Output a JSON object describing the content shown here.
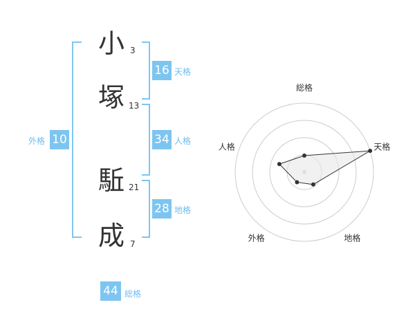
{
  "name": {
    "chars": [
      {
        "char": "小",
        "strokes": "3"
      },
      {
        "char": "塚",
        "strokes": "13"
      },
      {
        "char": "駈",
        "strokes": "21"
      },
      {
        "char": "成",
        "strokes": "7"
      }
    ]
  },
  "kaku": {
    "ten": {
      "value": "16",
      "label": "天格"
    },
    "jin": {
      "value": "34",
      "label": "人格"
    },
    "chi": {
      "value": "28",
      "label": "地格"
    },
    "gai": {
      "value": "10",
      "label": "外格"
    },
    "sou": {
      "value": "44",
      "label": "総格"
    }
  },
  "colors": {
    "accent": "#7dc5f0",
    "accent_text": "#6ebdf0",
    "polygon_fill": "#e8e8e8"
  },
  "chart_data": {
    "type": "radar",
    "axes": [
      "総格",
      "天格",
      "地格",
      "外格",
      "人格"
    ],
    "values": [
      1.2,
      5,
      1.1,
      0.9,
      1.9
    ],
    "scale_max": 5,
    "rings": 4
  }
}
